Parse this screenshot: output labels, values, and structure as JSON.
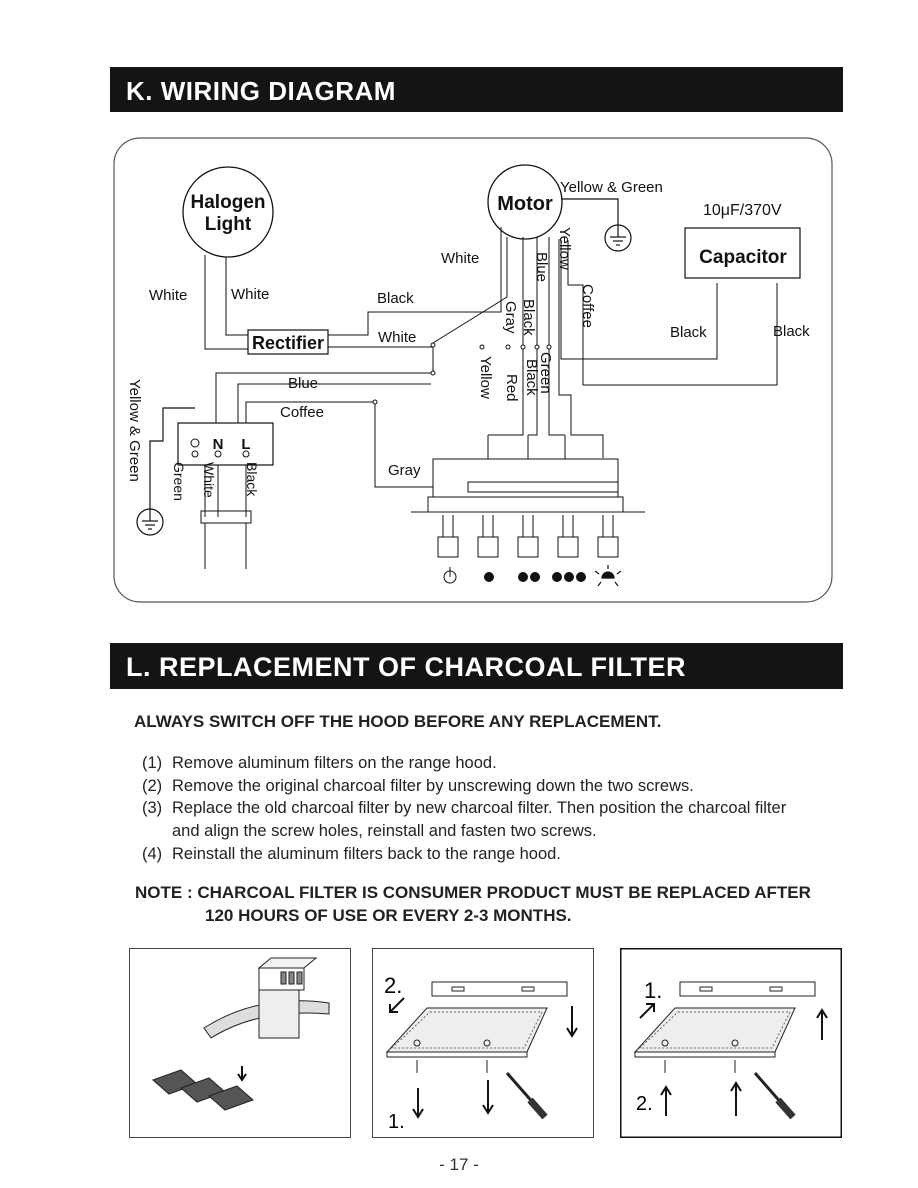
{
  "section_k": {
    "title": "K. WIRING DIAGRAM"
  },
  "wiring": {
    "halogen": [
      "Halogen",
      "Light"
    ],
    "motor": "Motor",
    "capacitor": "Capacitor",
    "capacitor_rating": "10μF/370V",
    "rectifier": "Rectifier",
    "ground_top": "Yellow & Green",
    "white_left": "White",
    "white_right": "White",
    "white_motor": "White",
    "rect_black": "Black",
    "rect_white": "White",
    "yellow": "Yellow",
    "blue": "Blue",
    "coffee": "Coffee",
    "gray": "Gray",
    "black": "Black",
    "cap_black_left": "Black",
    "cap_black_right": "Black",
    "green": "Green",
    "black2": "Black",
    "red": "Red",
    "yellow2": "Yellow",
    "main_blue": "Blue",
    "main_coffee": "Coffee",
    "main_gray": "Gray",
    "ground_left": "Yellow & Green",
    "term_n": "N",
    "term_l": "L",
    "term_green": "Green",
    "term_white": "White",
    "term_black": "Black"
  },
  "section_l": {
    "title": "L. REPLACEMENT OF CHARCOAL FILTER",
    "warning": "ALWAYS SWITCH OFF THE HOOD BEFORE ANY REPLACEMENT.",
    "steps": [
      {
        "num": "(1)",
        "text": "Remove aluminum filters on the range hood."
      },
      {
        "num": "(2)",
        "text": "Remove the original charcoal filter by unscrewing down the two screws."
      },
      {
        "num": "(3)",
        "text": "Replace the old charcoal filter by new charcoal filter. Then position the charcoal filter"
      },
      {
        "num": "",
        "text": "and align the screw holes, reinstall and fasten two screws."
      },
      {
        "num": "(4)",
        "text": "Reinstall the aluminum filters back to the range hood."
      }
    ],
    "note_line1": "NOTE :  CHARCOAL FILTER IS CONSUMER PRODUCT MUST BE REPLACED AFTER",
    "note_line2": "120 HOURS OF USE OR EVERY 2-3 MONTHS."
  },
  "figures": {
    "fig2_step_a": "2.",
    "fig2_step_b": "1.",
    "fig3_step_a": "1.",
    "fig3_step_b": "2."
  },
  "page_number": "- 17 -"
}
